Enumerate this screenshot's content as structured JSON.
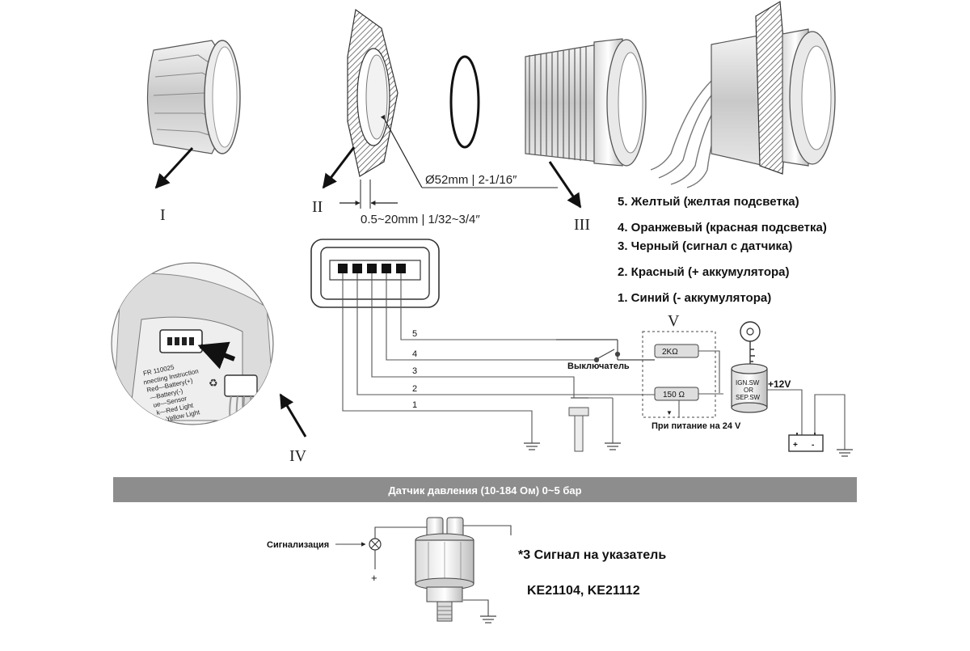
{
  "parts": {
    "I": "I",
    "II": "II",
    "III": "III",
    "IV": "IV",
    "V": "V"
  },
  "dimensions": {
    "diameter": "Ø52mm | 2-1/16″",
    "thickness": "0.5~20mm | 1/32~3/4″"
  },
  "wire_legend": [
    "5. Желтый (желтая подсветка)",
    "4. Оранжевый (красная подсветка)",
    "3. Черный (сигнал с датчика)",
    "2. Красный (+ аккумулятора)",
    "1. Синий (- аккумулятора)"
  ],
  "wires": [
    "5",
    "4",
    "3",
    "2",
    "1"
  ],
  "schematic": {
    "switch_label": "Выключатель",
    "resistor_2k": "2KΩ",
    "resistor_150": "150 Ω",
    "note_24v": "При питание на 24 V",
    "ign_line1": "IGN.SW",
    "ign_line2": "OR",
    "ign_line3": "SEP.SW",
    "voltage": "+12V",
    "battery_plus": "+",
    "battery_minus": "-"
  },
  "connector_closeup": {
    "line1": "FR 110025",
    "line2": "nnecting Instruction",
    "line3": "Red—Battery(+)",
    "line4": "—Battery(-)",
    "line5": "ue—Sensor",
    "line6": "k—Red Light",
    "line7": "—Yellow Light"
  },
  "banner": "Датчик давления (10-184 Ом) 0~5 бар",
  "sender": {
    "alarm_label": "Сигнализация",
    "plus": "+",
    "signal_note": "*3 Сигнал на указатель",
    "models": "KE21104, KE21112"
  }
}
